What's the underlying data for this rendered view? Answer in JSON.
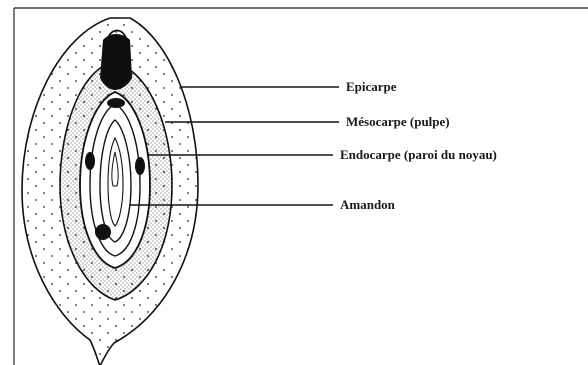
{
  "diagram": {
    "labels": {
      "epicarpe": "Epicarpe",
      "mesocarpe": "Mésocarpe (pulpe)",
      "endocarpe": "Endocarpe (paroi du noyau)",
      "amandon": "Amandon"
    },
    "colors": {
      "ink": "#111111",
      "fill": "#ffffff",
      "border": "#444444"
    }
  }
}
